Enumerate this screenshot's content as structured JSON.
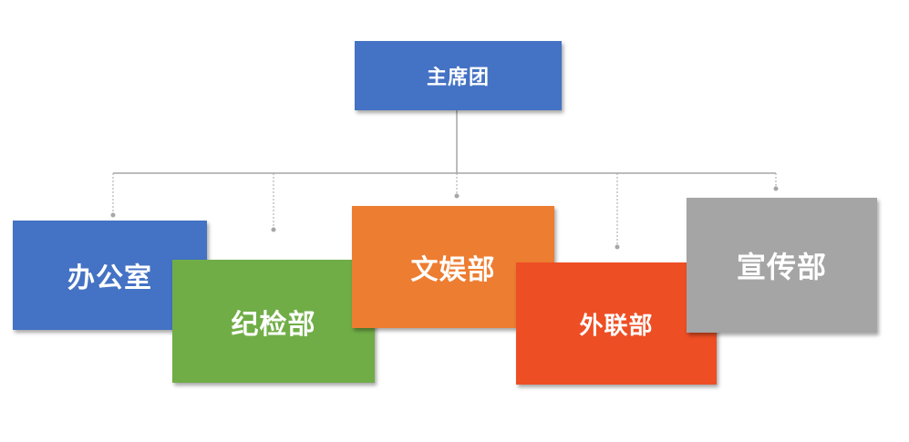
{
  "diagram": {
    "root": {
      "label": "主席团",
      "color": "#4472C4"
    },
    "departments": [
      {
        "key": "office",
        "label": "办公室",
        "color": "#4472C4"
      },
      {
        "key": "discipline",
        "label": "纪检部",
        "color": "#70AD47"
      },
      {
        "key": "entertainment",
        "label": "文娱部",
        "color": "#ED7D31"
      },
      {
        "key": "outreach",
        "label": "外联部",
        "color": "#EE4E24"
      },
      {
        "key": "publicity",
        "label": "宣传部",
        "color": "#A5A5A5"
      }
    ],
    "connector_color": "#A6A6A6"
  }
}
